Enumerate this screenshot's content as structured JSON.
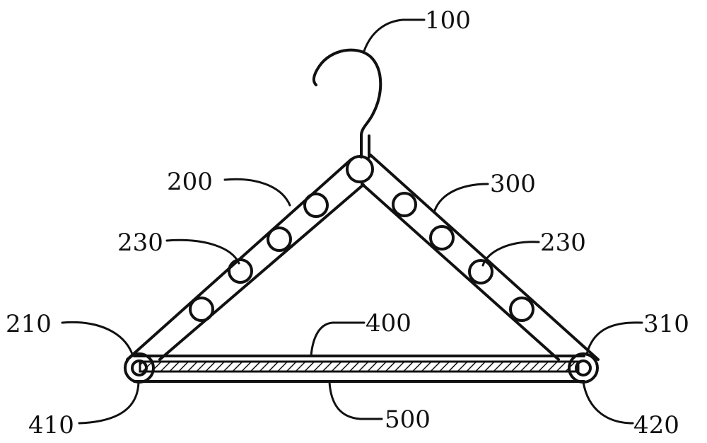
{
  "diagram": {
    "type": "patent-drawing",
    "subject": "hanger",
    "labels": {
      "hook": "100",
      "left_arm": "200",
      "right_arm": "300",
      "left_roller_label": "230",
      "right_roller_label": "230",
      "left_end": "210",
      "right_end": "310",
      "upper_bar": "400",
      "lower_bar": "500",
      "left_pivot": "410",
      "right_pivot": "420"
    },
    "colors": {
      "ink": "#111111",
      "background": "#ffffff"
    }
  }
}
